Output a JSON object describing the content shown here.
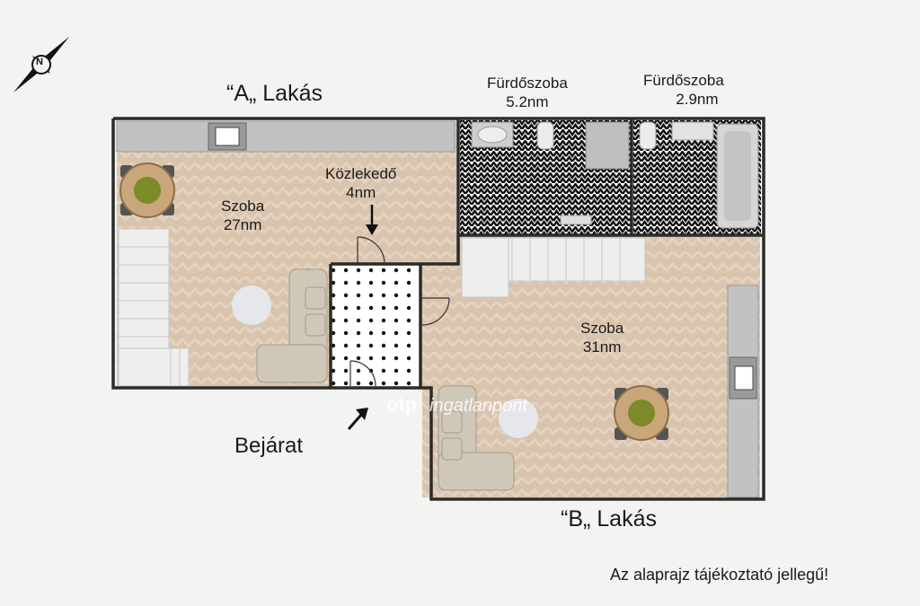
{
  "apartments": {
    "a_label": "“A„ Lakás",
    "b_label": "“B„ Lakás"
  },
  "rooms": [
    {
      "id": "szoba-a",
      "name": "Szoba",
      "area": "27nm"
    },
    {
      "id": "kozlekedo",
      "name": "Közlekedő",
      "area": "4nm"
    },
    {
      "id": "furdoszoba-1",
      "name": "Fürdőszoba",
      "area": "5.2nm"
    },
    {
      "id": "furdoszoba-2",
      "name": "Fürdőszoba",
      "area": "2.9nm"
    },
    {
      "id": "szoba-b",
      "name": "Szoba",
      "area": "31nm"
    }
  ],
  "entrance": {
    "label": "Bejárat"
  },
  "disclaimer": "Az alaprajz tájékoztató jellegű!",
  "watermark": {
    "brand": "otp",
    "text": "ingatlanpont"
  },
  "compass": {
    "letter": "N",
    "icon": "compass-rose-icon"
  },
  "colors": {
    "floor_wood": "#d9c4ad",
    "wall": "#2b2b2b",
    "tile_bg": "#ffffff",
    "counter": "#b8b8b8"
  }
}
